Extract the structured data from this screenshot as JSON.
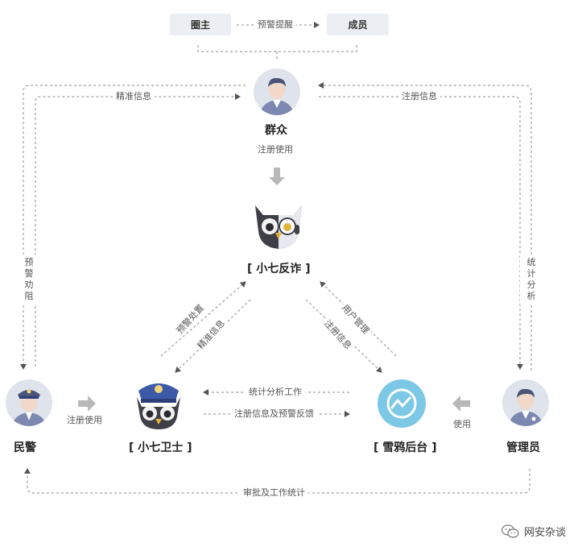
{
  "top": {
    "owner": "圈主",
    "member": "成员",
    "alert_reminder": "预警提醒"
  },
  "nodes": {
    "public": {
      "title": "群众",
      "caption": "注册使用"
    },
    "anti_fraud": {
      "title": "[ 小七反诈 ]"
    },
    "guard": {
      "title": "[ 小七卫士 ]"
    },
    "backend": {
      "title": "[ 雪鸦后台 ]"
    },
    "police": {
      "title": "民警",
      "caption": "注册使用"
    },
    "admin": {
      "title": "管理员",
      "caption": "使用"
    }
  },
  "edges": {
    "precise_info_left": "精准信息",
    "register_info_right": "注册信息",
    "alert_dissuade": "预警劝阻",
    "stats_analysis": "统计分析",
    "alert_handling": "预警处置",
    "precise_info_diag": "精准信息",
    "user_mgmt": "用户管理",
    "register_info_diag": "注册信息",
    "stats_work": "统计分析工作",
    "register_feedback": "注册信息及预警反馈",
    "approval_stats": "审批及工作统计"
  },
  "watermark": "网安杂谈",
  "colors": {
    "line": "#8a8a8a",
    "arrow_gray": "#b8b8b8",
    "avatar_bg": "#dfe3ec",
    "avatar_suit": "#7d88b0",
    "owl_dark": "#3f3f48",
    "owl_cap": "#3d5aa9",
    "cloud": "#7dc8e6",
    "pill_bg": "#ebeef3"
  }
}
